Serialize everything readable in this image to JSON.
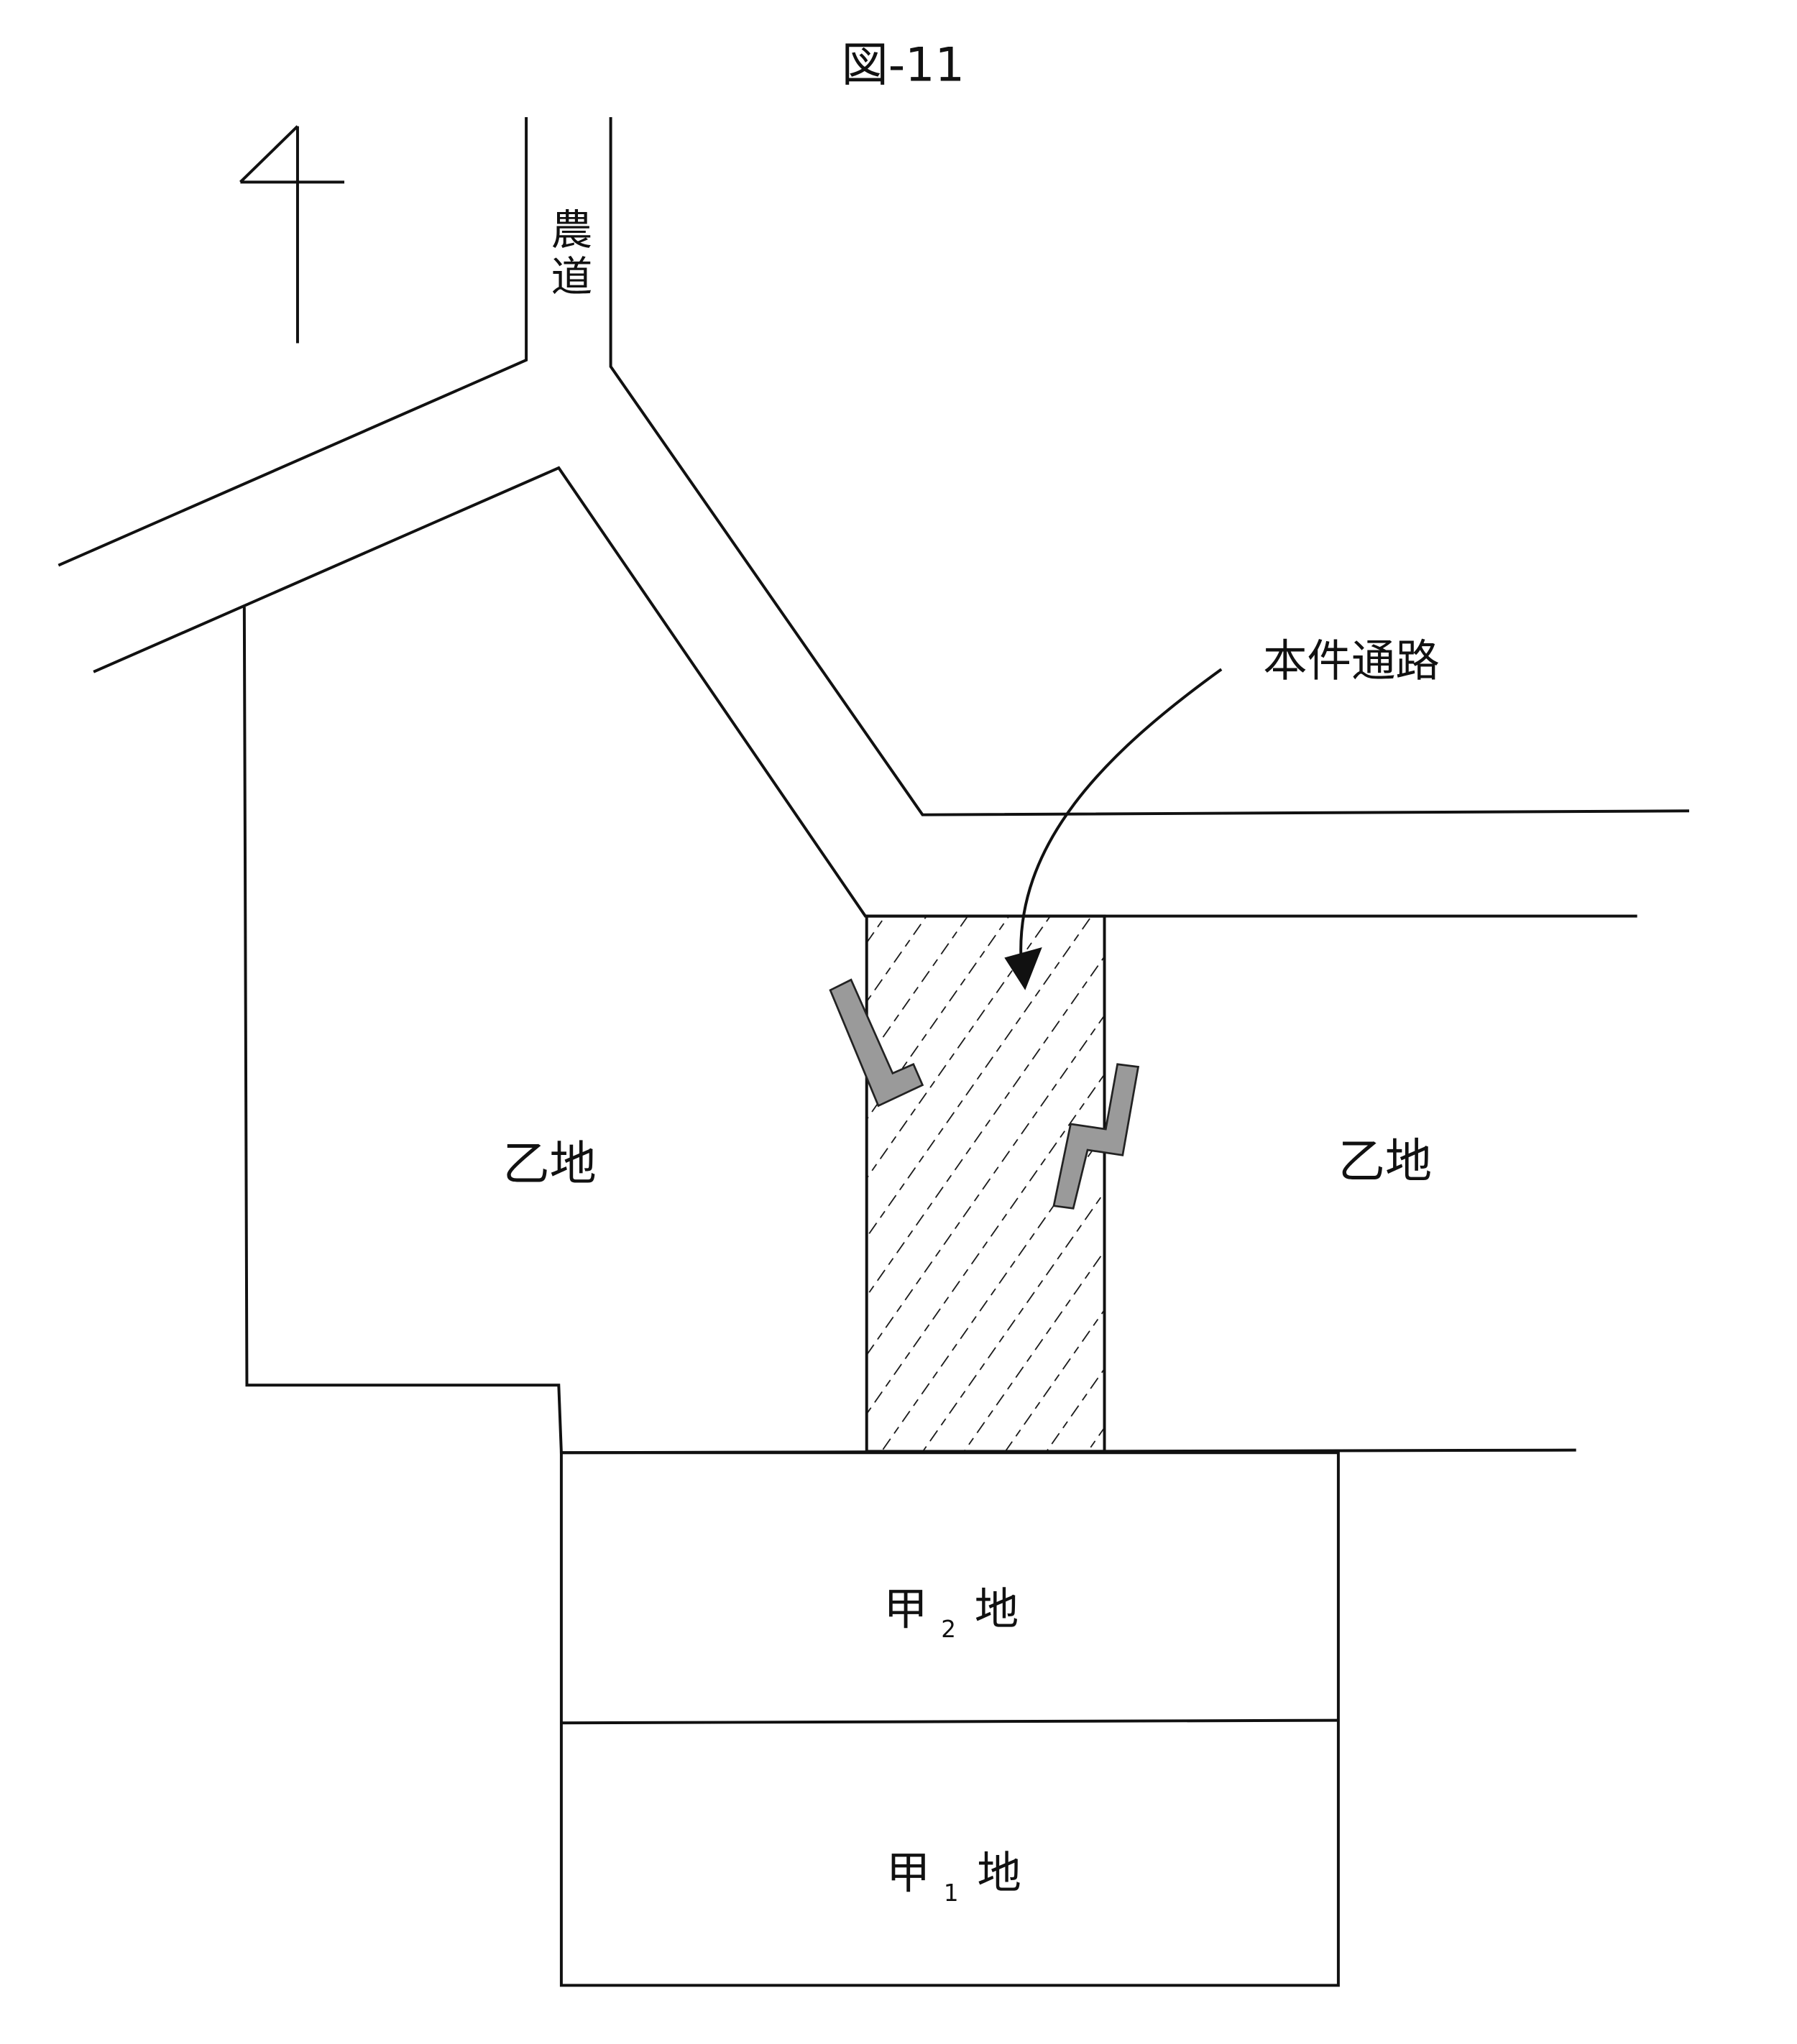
{
  "figure": {
    "title": "図-11",
    "road_label": "農道",
    "passage_label": "本件通路",
    "otsu_left": "乙地",
    "otsu_right": "乙地",
    "kou2": {
      "main": "甲",
      "sub": "2",
      "suffix": "地"
    },
    "kou1": {
      "main": "甲",
      "sub": "1",
      "suffix": "地"
    }
  },
  "colors": {
    "line": "#111111",
    "marker": "#9a9a9a"
  }
}
